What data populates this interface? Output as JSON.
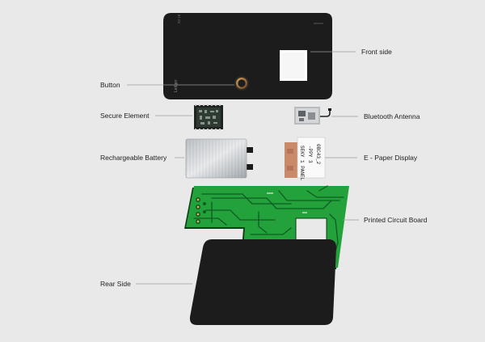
{
  "labels": {
    "front_side": "Front side",
    "button": "Button",
    "secure_element": "Secure Element",
    "bluetooth_antenna": "Bluetooth Antenna",
    "rechargeable_battery": "Rechargeable Battery",
    "e_paper_display": "E - Paper Display",
    "printed_circuit_board": "Printed Circuit Board",
    "rear_side": "Rear Side"
  },
  "card_text": {
    "brand": "Ledger",
    "model_number": "03 18"
  },
  "epaper_text": {
    "line1": "SEKY 1 PANEL",
    "line2": "-PPY 3",
    "line3": "0BC43_2"
  },
  "colors": {
    "background": "#e9e9e9",
    "card": "#1c1c1c",
    "pcb": "#23a13a",
    "pcb_trace": "#0f5c23",
    "copper": "#c98a6a",
    "leader": "#9a9a9a"
  }
}
